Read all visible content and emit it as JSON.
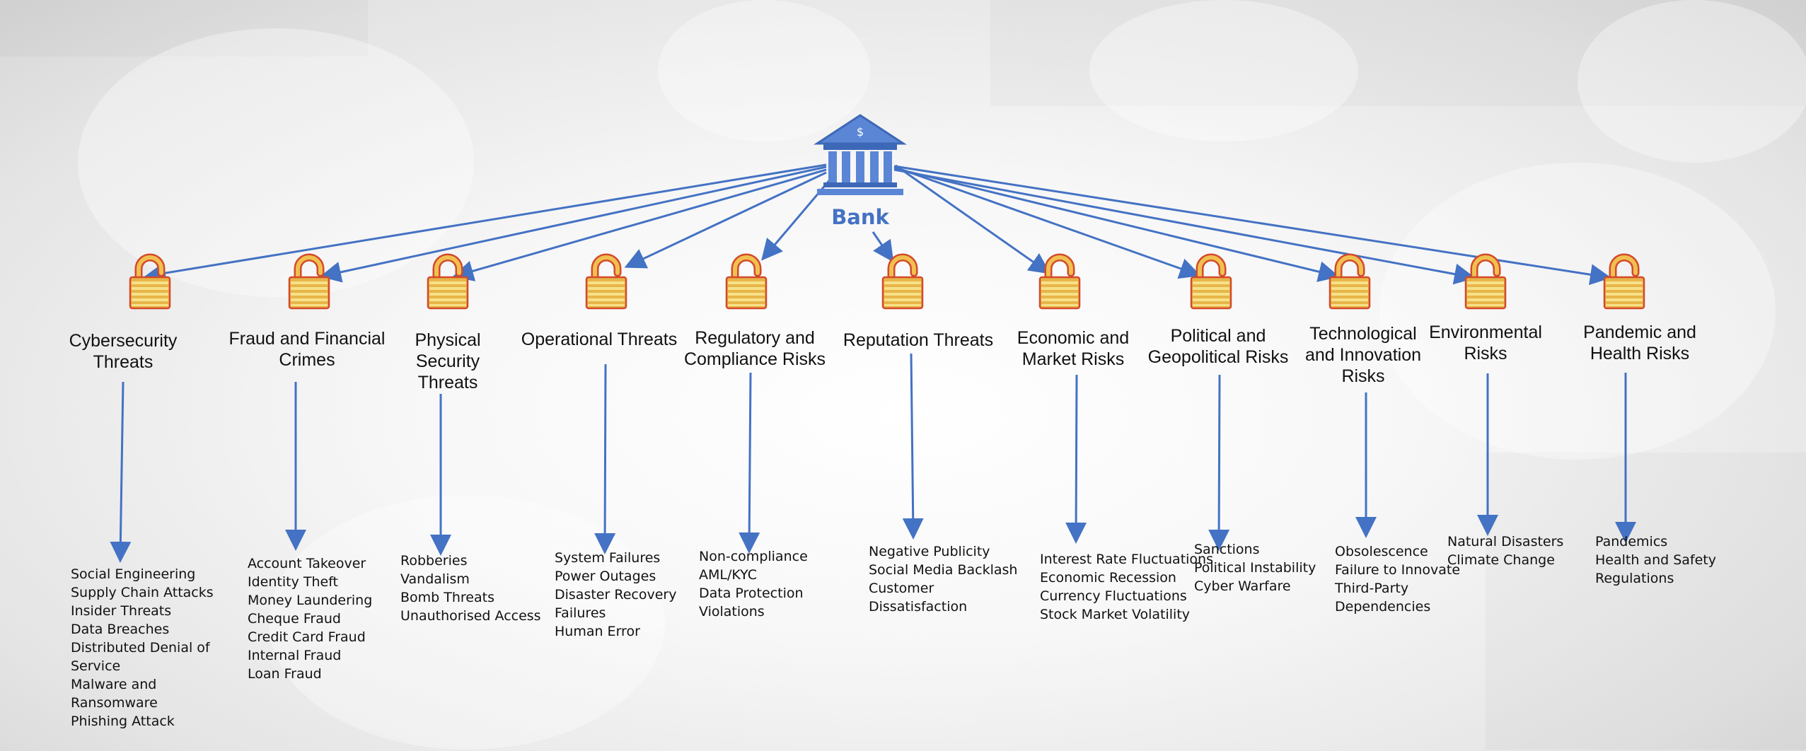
{
  "colors": {
    "arrow": "#4472c4",
    "bank_fill": "#5b86d6",
    "bank_dark": "#3d68b8",
    "lock_gold": "#e8b548",
    "lock_red": "#d44a2a"
  },
  "bank": {
    "label": "Bank",
    "symbol": "$",
    "icon": "bank-icon"
  },
  "categories": [
    {
      "id": "cybersecurity",
      "label": "Cybersecurity\nThreats",
      "items": "Social Engineering\nSupply Chain Attacks\nInsider Threats\nData Breaches\nDistributed Denial of\nService\nMalware and\nRansomware\nPhishing Attack"
    },
    {
      "id": "fraud",
      "label": "Fraud and Financial\nCrimes",
      "items": "Account Takeover\nIdentity Theft\nMoney Laundering\nCheque Fraud\nCredit Card Fraud\nInternal Fraud\nLoan Fraud"
    },
    {
      "id": "physical",
      "label": "Physical\nSecurity\nThreats",
      "items": "Robberies\nVandalism\nBomb Threats\nUnauthorised Access"
    },
    {
      "id": "operational",
      "label": "Operational Threats",
      "items": "System Failures\nPower Outages\nDisaster Recovery\nFailures\nHuman Error"
    },
    {
      "id": "regulatory",
      "label": "Regulatory and\nCompliance Risks",
      "items": "Non-compliance\nAML/KYC\nData Protection\nViolations"
    },
    {
      "id": "reputation",
      "label": "Reputation Threats",
      "items": "Negative Publicity\nSocial Media Backlash\nCustomer\nDissatisfaction"
    },
    {
      "id": "economic",
      "label": "Economic and\nMarket Risks",
      "items": "Interest Rate Fluctuations\nEconomic Recession\nCurrency Fluctuations\nStock Market Volatility"
    },
    {
      "id": "political",
      "label": "Political and\nGeopolitical Risks",
      "items": "Sanctions\nPolitical Instability\nCyber Warfare"
    },
    {
      "id": "technological",
      "label": "Technological\nand Innovation\nRisks",
      "items": "Obsolescence\nFailure to Innovate\nThird-Party\nDependencies"
    },
    {
      "id": "environmental",
      "label": "Environmental\nRisks",
      "items": "Natural Disasters\nClimate Change"
    },
    {
      "id": "pandemic",
      "label": "Pandemic and\nHealth Risks",
      "items": "Pandemics\nHealth and Safety\nRegulations"
    }
  ]
}
